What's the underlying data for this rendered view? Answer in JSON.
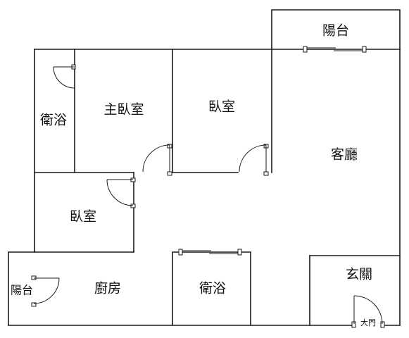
{
  "rooms": {
    "balcony_top": "陽台",
    "bath_left": "衛浴",
    "master_bedroom": "主臥室",
    "bedroom_middle": "臥室",
    "living_room": "客廳",
    "bedroom_lower": "臥室",
    "kitchen": "廚房",
    "balcony_left": "陽台",
    "bath_lower": "衛浴",
    "foyer": "玄關",
    "main_door": "大門"
  }
}
